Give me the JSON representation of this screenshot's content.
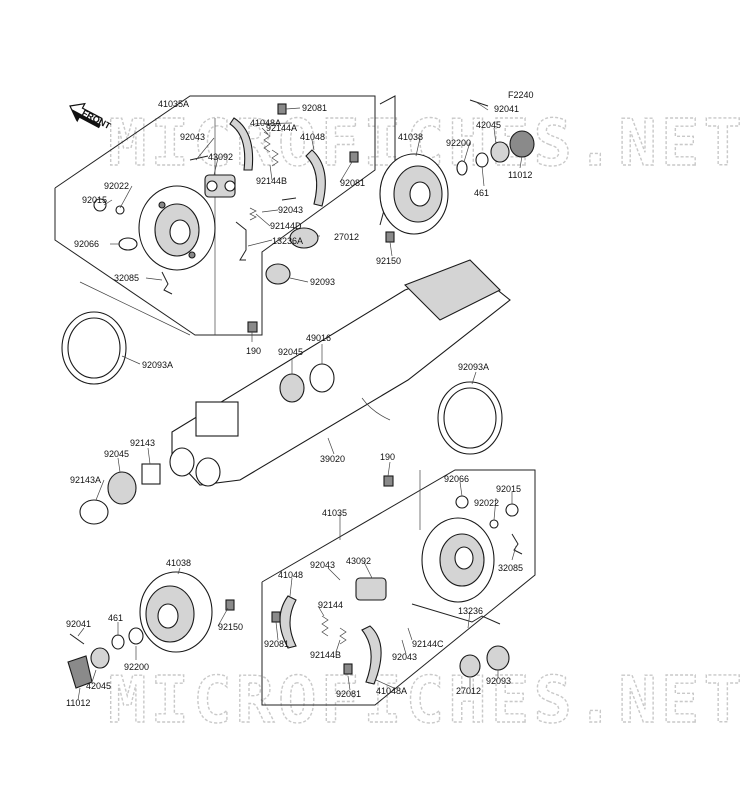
{
  "diagram_code": "F2240",
  "front_label": "FRONT",
  "watermark": "MICROFICHES.NET",
  "labels": [
    {
      "id": "l1",
      "text": "41035A"
    },
    {
      "id": "l2",
      "text": "92081"
    },
    {
      "id": "l3",
      "text": "41048A"
    },
    {
      "id": "l4",
      "text": "92144A"
    },
    {
      "id": "l5",
      "text": "92043"
    },
    {
      "id": "l6",
      "text": "41048"
    },
    {
      "id": "l7",
      "text": "43092"
    },
    {
      "id": "l8",
      "text": "92144B"
    },
    {
      "id": "l9",
      "text": "92081"
    },
    {
      "id": "l10",
      "text": "92043"
    },
    {
      "id": "l11",
      "text": "92022"
    },
    {
      "id": "l12",
      "text": "92015"
    },
    {
      "id": "l13",
      "text": "92144D"
    },
    {
      "id": "l14",
      "text": "92066"
    },
    {
      "id": "l15",
      "text": "13236A"
    },
    {
      "id": "l16",
      "text": "27012"
    },
    {
      "id": "l17",
      "text": "32085"
    },
    {
      "id": "l18",
      "text": "92093"
    },
    {
      "id": "l19",
      "text": "F2240"
    },
    {
      "id": "l20",
      "text": "92041"
    },
    {
      "id": "l21",
      "text": "41038"
    },
    {
      "id": "l22",
      "text": "42045"
    },
    {
      "id": "l23",
      "text": "92200"
    },
    {
      "id": "l24",
      "text": "461"
    },
    {
      "id": "l25",
      "text": "11012"
    },
    {
      "id": "l26",
      "text": "92150"
    },
    {
      "id": "l27",
      "text": "190"
    },
    {
      "id": "l28",
      "text": "92045"
    },
    {
      "id": "l29",
      "text": "49016"
    },
    {
      "id": "l30",
      "text": "92093A"
    },
    {
      "id": "l31",
      "text": "92093A"
    },
    {
      "id": "l32",
      "text": "92143"
    },
    {
      "id": "l33",
      "text": "92045"
    },
    {
      "id": "l34",
      "text": "39020"
    },
    {
      "id": "l35",
      "text": "92143A"
    },
    {
      "id": "l36",
      "text": "190"
    },
    {
      "id": "l37",
      "text": "92066"
    },
    {
      "id": "l38",
      "text": "92015"
    },
    {
      "id": "l39",
      "text": "92022"
    },
    {
      "id": "l40",
      "text": "41035"
    },
    {
      "id": "l41",
      "text": "43092"
    },
    {
      "id": "l42",
      "text": "92043"
    },
    {
      "id": "l43",
      "text": "41048"
    },
    {
      "id": "l44",
      "text": "32085"
    },
    {
      "id": "l45",
      "text": "41038"
    },
    {
      "id": "l46",
      "text": "92144"
    },
    {
      "id": "l47",
      "text": "92150"
    },
    {
      "id": "l48",
      "text": "13236"
    },
    {
      "id": "l49",
      "text": "92081"
    },
    {
      "id": "l50",
      "text": "92041"
    },
    {
      "id": "l51",
      "text": "461"
    },
    {
      "id": "l52",
      "text": "92144C"
    },
    {
      "id": "l53",
      "text": "92144B"
    },
    {
      "id": "l54",
      "text": "92043"
    },
    {
      "id": "l55",
      "text": "92200"
    },
    {
      "id": "l56",
      "text": "42045"
    },
    {
      "id": "l57",
      "text": "27012"
    },
    {
      "id": "l58",
      "text": "92093"
    },
    {
      "id": "l59",
      "text": "11012"
    },
    {
      "id": "l60",
      "text": "92081"
    },
    {
      "id": "l61",
      "text": "41048A"
    }
  ]
}
